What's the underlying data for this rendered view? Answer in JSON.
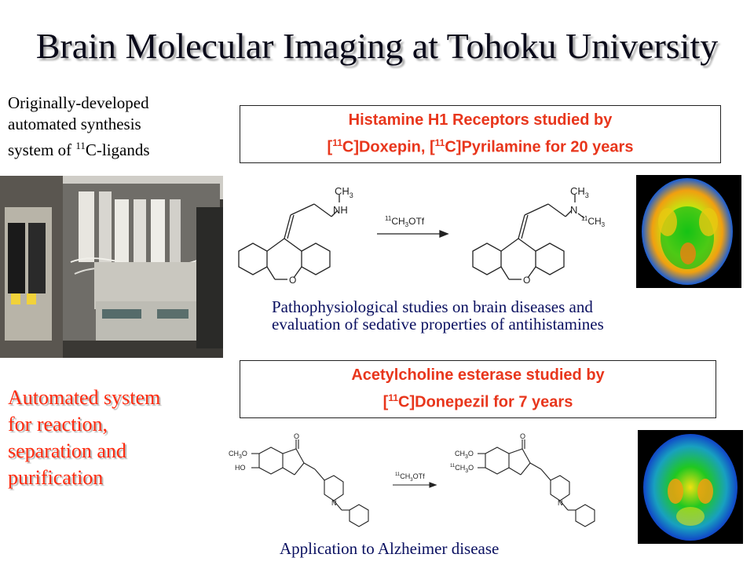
{
  "slide": {
    "title": "Brain Molecular Imaging at Tohoku University",
    "description": {
      "line1": "Originally-developed",
      "line2": "automated synthesis",
      "line3_pre": "system of ",
      "line3_sup": "11",
      "line3_post": "C-ligands"
    },
    "automated": {
      "line1": "Automated system",
      "line2": "for reaction,",
      "line3": "separation and",
      "line4": "purification"
    },
    "histamine_box": {
      "line1": "Histamine H1 Receptors studied by",
      "open1": "[",
      "sup1": "11",
      "text1": "C]Doxepin, [",
      "sup2": "11",
      "text2": "C]Pyrilamine for 20 years"
    },
    "histamine_note": {
      "line1": "Pathophysiological studies on brain diseases and",
      "line2": "evaluation of sedative properties of antihistamines"
    },
    "ache_box": {
      "line1": "Acetylcholine esterase studied by",
      "open1": "[",
      "sup1": "11",
      "text1": "C]Donepezil for 7 years"
    },
    "ache_note": "Application to Alzheimer disease",
    "reaction1": {
      "ch3": "CH",
      "sub3": "3",
      "nh": "NH",
      "n": "N",
      "o": "O",
      "reagent_sup": "11",
      "reagent_text": "CH",
      "reagent_sub": "3",
      "reagent_end": "OTf",
      "label_sup": "11",
      "label_text": "CH"
    },
    "reaction2": {
      "ch3o": "CH",
      "sub3": "3",
      "o": "O",
      "ho": "HO",
      "n": "N",
      "reagent_sup": "11",
      "reagent_text": "CH",
      "reagent_end": "OTf",
      "label_sup": "11"
    }
  },
  "colors": {
    "title_text": "#0a0a1a",
    "accent_red": "#e8361c",
    "note_blue": "#0a1060"
  }
}
